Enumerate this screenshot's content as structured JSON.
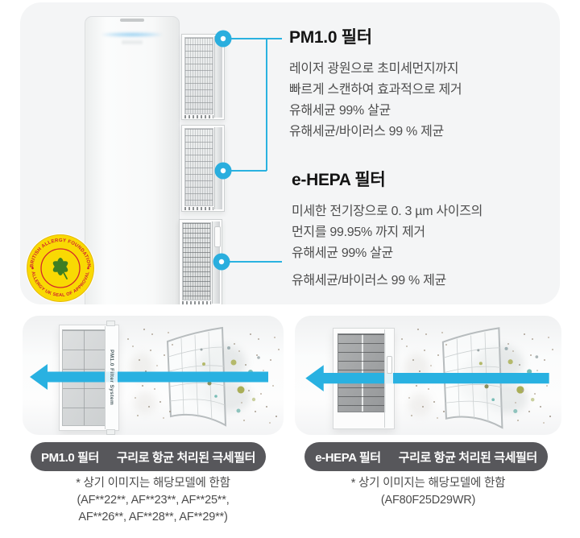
{
  "colors": {
    "accent_cyan": "#29b1e1",
    "pill_bg": "#57575b",
    "card_bg": "#f4f5f6",
    "badge_yellow": "#f9d903",
    "badge_red": "#cf2030",
    "leaf_green": "#3e7e23"
  },
  "top": {
    "badge": {
      "arc_top": "BRITISH ALLERGY FOUNDATION",
      "arc_bottom": "ALLERGY UK SEAL OF APPROVAL"
    },
    "pm10": {
      "title": "PM1.0 필터",
      "lines": [
        "레이저 광원으로 초미세먼지까지",
        "빠르게 스캔하여 효과적으로 제거",
        "유해세균 99% 살균",
        "유해세균/바이러스 99 % 제균"
      ]
    },
    "ehepa": {
      "title": "e-HEPA 필터",
      "lines": [
        "미세한 전기장으로 0. 3 µm 사이즈의",
        "먼지를 99.95% 까지 제거",
        "유해세균 99% 살균",
        "유해세균/바이러스 99 % 제균"
      ]
    }
  },
  "bottom_left": {
    "pill_name": "PM1.0 필터",
    "pill_desc": "구리로 항균 처리된 극세필터",
    "panel_label": "PM1.0 Filter System",
    "note": "* 상기 이미지는 해당모델에 한함",
    "models_line1": "(AF**22**, AF**23**, AF**25**,",
    "models_line2": "AF**26**, AF**28**, AF**29**)"
  },
  "bottom_right": {
    "pill_name": "e-HEPA 필터",
    "pill_desc": "구리로 항균 처리된 극세필터",
    "note": "* 상기 이미지는 해당모델에 한함",
    "models_line1": "(AF80F25D29WR)"
  }
}
